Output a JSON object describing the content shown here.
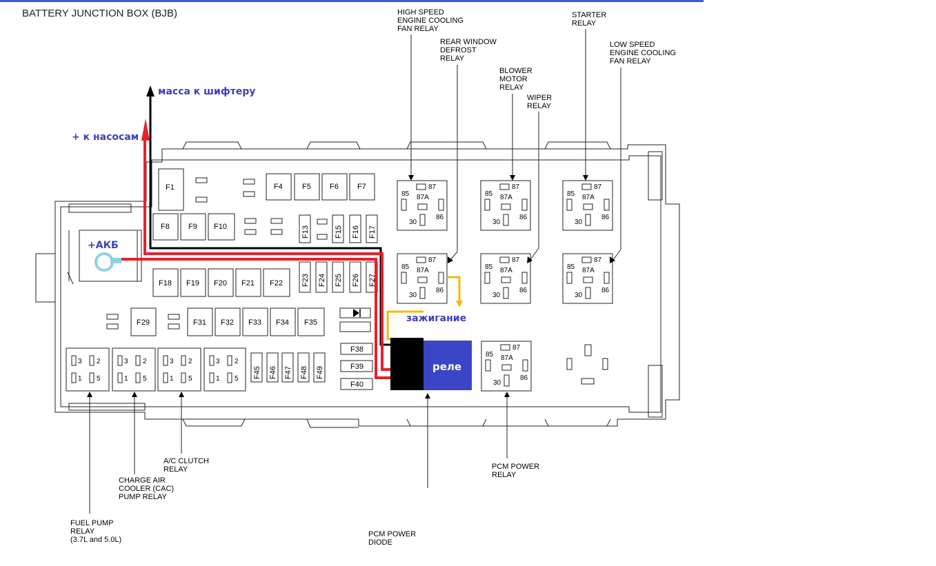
{
  "title": "BATTERY JUNCTION BOX (BJB)",
  "labels": {
    "hs_fan": [
      "HIGH SPEED",
      "ENGINE COOLING",
      "FAN RELAY"
    ],
    "rear_defrost": [
      "REAR WINDOW",
      "DEFROST",
      "RELAY"
    ],
    "blower": [
      "BLOWER",
      "MOTOR",
      "RELAY"
    ],
    "wiper": [
      "WIPER",
      "RELAY"
    ],
    "starter": [
      "STARTER",
      "RELAY"
    ],
    "ls_fan": [
      "LOW SPEED",
      "ENGINE COOLING",
      "FAN RELAY"
    ],
    "ac_clutch": [
      "A/C CLUTCH",
      "RELAY"
    ],
    "cac_pump": [
      "CHARGE AIR",
      "COOLER (CAC)",
      "PUMP RELAY"
    ],
    "fuel_pump": [
      "FUEL PUMP",
      "RELAY",
      "(3.7L and 5.0L)"
    ],
    "pcm_diode": [
      "PCM POWER",
      "DIODE"
    ],
    "pcm_relay": [
      "PCM POWER",
      "RELAY"
    ]
  },
  "annotations": {
    "ground": "масса к шифтеру",
    "pumps": "+ к насосам",
    "battery": "+АКБ",
    "ignition": "зажигание",
    "relay": "реле"
  },
  "fuses": {
    "big_row": [
      "F1"
    ],
    "top_row": [
      "F4",
      "F5",
      "F6",
      "F7"
    ],
    "second_row": [
      "F8",
      "F9",
      "F10"
    ],
    "vertical_top": [
      "F13",
      "F15",
      "F16",
      "F17"
    ],
    "mid_row": [
      "F18",
      "F19",
      "F20",
      "F21",
      "F22"
    ],
    "vertical_mid": [
      "F23",
      "F24",
      "F25",
      "F26",
      "F27"
    ],
    "lower_row": [
      "F29",
      "F31",
      "F32",
      "F33",
      "F34",
      "F35"
    ],
    "cartridge": [
      "F38",
      "F39",
      "F40"
    ],
    "vertical_bottom": [
      "F45",
      "F46",
      "F47",
      "F48",
      "F49"
    ]
  },
  "relay_pins": [
    "85",
    "87",
    "87A",
    "30",
    "86"
  ],
  "mini_relay_pins": [
    "3",
    "2",
    "1",
    "5"
  ],
  "colors": {
    "wire_positive": "#e8202a",
    "wire_ground": "#000000",
    "wire_ignition": "#f5b800",
    "relay_box": "#3b45c8",
    "annotation_text": "#3b3fbf",
    "battery_terminal": "#8fd0e0"
  }
}
